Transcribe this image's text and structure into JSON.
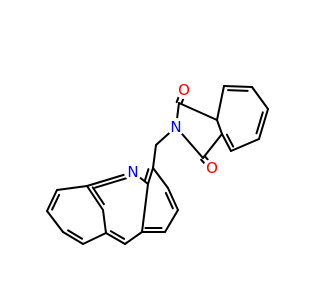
{
  "molecule": {
    "atoms": [
      {
        "label": "O",
        "color": "#ff0000"
      },
      {
        "label": "N",
        "color": "#0000ff"
      },
      {
        "label": "O",
        "color": "#ff0000"
      },
      {
        "label": "N",
        "color": "#0000ff"
      }
    ],
    "bond_color": "#000000",
    "background": "#ffffff"
  }
}
